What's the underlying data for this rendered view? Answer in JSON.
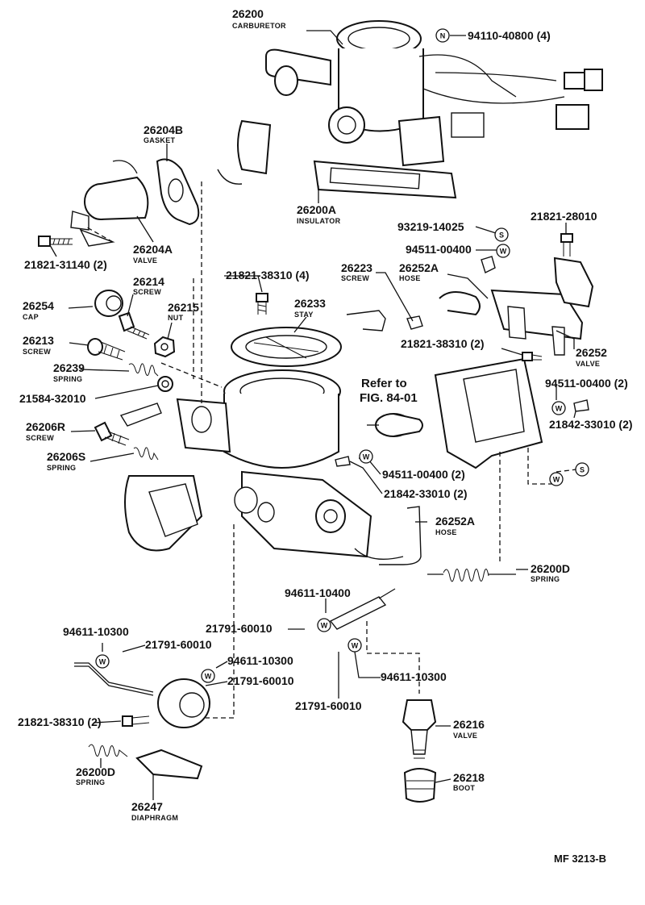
{
  "callouts": {
    "c26200": {
      "pn": "26200",
      "sub": "CARBURETOR"
    },
    "c94110": {
      "pn": "94110-40800 (4)"
    },
    "c26204B": {
      "pn": "26204B",
      "sub": "GASKET"
    },
    "c26200A": {
      "pn": "26200A",
      "sub": "INSULATOR"
    },
    "c93219": {
      "pn": "93219-14025"
    },
    "c21821_28010": {
      "pn": "21821-28010"
    },
    "c94511_top": {
      "pn": "94511-00400"
    },
    "c26204A": {
      "pn": "26204A",
      "sub": "VALVE"
    },
    "c21821_31140": {
      "pn": "21821-31140 (2)"
    },
    "c26214": {
      "pn": "26214",
      "sub": "SCREW"
    },
    "c21821_38310_4": {
      "pn": "21821-38310 (4)"
    },
    "c26223": {
      "pn": "26223",
      "sub": "SCREW"
    },
    "c26252A_top": {
      "pn": "26252A",
      "sub": "HOSE"
    },
    "c26254": {
      "pn": "26254",
      "sub": "CAP"
    },
    "c26215": {
      "pn": "26215",
      "sub": "NUT"
    },
    "c26233": {
      "pn": "26233",
      "sub": "STAY"
    },
    "c26213": {
      "pn": "26213",
      "sub": "SCREW"
    },
    "c21821_38310_2a": {
      "pn": "21821-38310 (2)"
    },
    "c26252": {
      "pn": "26252",
      "sub": "VALVE"
    },
    "c26239": {
      "pn": "26239",
      "sub": "SPRING"
    },
    "c21584": {
      "pn": "21584-32010"
    },
    "c_refer": {
      "line1": "Refer to",
      "line2": "FIG. 84-01"
    },
    "c94511_2a": {
      "pn": "94511-00400 (2)"
    },
    "c21842_2a": {
      "pn": "21842-33010 (2)"
    },
    "c26206R": {
      "pn": "26206R",
      "sub": "SCREW"
    },
    "c26206S": {
      "pn": "26206S",
      "sub": "SPRING"
    },
    "c94511_2b": {
      "pn": "94511-00400 (2)"
    },
    "c21842_2b": {
      "pn": "21842-33010 (2)"
    },
    "c26252A_bot": {
      "pn": "26252A",
      "sub": "HOSE"
    },
    "c26200D_r": {
      "pn": "26200D",
      "sub": "SPRING"
    },
    "c94611_10400": {
      "pn": "94611-10400"
    },
    "c21791_a": {
      "pn": "21791-60010"
    },
    "c94611_10300_a": {
      "pn": "94611-10300"
    },
    "c21791_b": {
      "pn": "21791-60010"
    },
    "c94611_10300_b": {
      "pn": "94611-10300"
    },
    "c21791_c": {
      "pn": "21791-60010"
    },
    "c94611_10300_c": {
      "pn": "94611-10300"
    },
    "c21791_d": {
      "pn": "21791-60010"
    },
    "c21821_38310_2b": {
      "pn": "21821-38310 (2)"
    },
    "c26216": {
      "pn": "26216",
      "sub": "VALVE"
    },
    "c26200D_l": {
      "pn": "26200D",
      "sub": "SPRING"
    },
    "c26218": {
      "pn": "26218",
      "sub": "BOOT"
    },
    "c26247": {
      "pn": "26247",
      "sub": "DIAPHRAGM"
    }
  },
  "marks": {
    "N": "N",
    "S": "S",
    "W": "W"
  },
  "figure_code": "MF  3213-B"
}
